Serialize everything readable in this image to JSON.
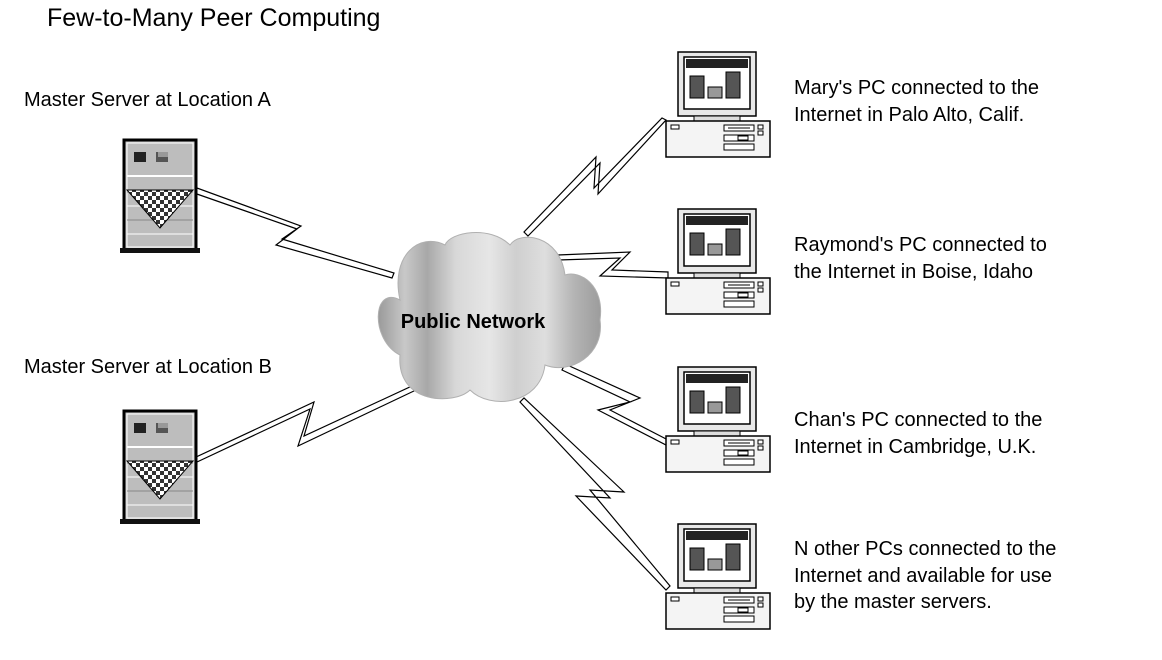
{
  "title": "Few-to-Many Peer Computing",
  "network": {
    "label": "Public Network"
  },
  "servers": [
    {
      "label": "Master Server at Location A"
    },
    {
      "label": "Master Server at Location B"
    }
  ],
  "pcs": [
    {
      "lines": [
        "Mary's PC connected to the",
        "Internet in Palo Alto, Calif."
      ]
    },
    {
      "lines": [
        "Raymond's PC connected to",
        "the Internet in Boise, Idaho"
      ]
    },
    {
      "lines": [
        "Chan's PC connected to the",
        "Internet in Cambridge, U.K."
      ]
    },
    {
      "lines": [
        "N other PCs connected to the",
        "Internet and available for use",
        "by the master servers."
      ]
    }
  ],
  "icons": {
    "server": "server-icon",
    "pc": "desktop-pc-icon",
    "cloud": "cloud-icon",
    "link": "lightning-link-icon"
  }
}
